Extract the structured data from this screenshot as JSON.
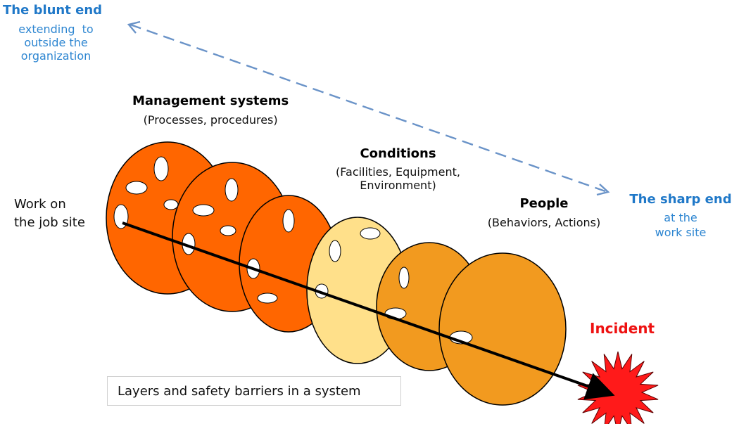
{
  "blunt_end": {
    "title": "The blunt end",
    "lines": [
      "extending  to",
      "outside the",
      "organization"
    ]
  },
  "sharp_end": {
    "title": "The sharp end",
    "lines": [
      "at the",
      "work site"
    ]
  },
  "management": {
    "title": "Management systems",
    "subtitle": "(Processes, procedures)"
  },
  "conditions": {
    "title": "Conditions",
    "lines": [
      "(Facilities, Equipment,",
      "Environment)"
    ]
  },
  "people": {
    "title": "People",
    "subtitle": "(Behaviors, Actions)"
  },
  "work_on_site": {
    "lines": [
      "Work on",
      "the job site"
    ]
  },
  "incident": {
    "label": "Incident"
  },
  "caption": "Layers and safety barriers in a system",
  "colors": {
    "dark_orange_layer": "#ff6600",
    "pale_yellow_layer": "#ffe08a",
    "light_orange_layer": "#f29a1f",
    "outline": "#000000",
    "blue_text": "#1f78c8",
    "dashed_arrow": "#6a93c8",
    "incident_burst": "#ff1a1a",
    "incident_text": "#ee1111"
  },
  "layers": [
    {
      "name": "layer-1",
      "color_key": "dark_orange_layer"
    },
    {
      "name": "layer-2",
      "color_key": "dark_orange_layer"
    },
    {
      "name": "layer-3",
      "color_key": "dark_orange_layer"
    },
    {
      "name": "layer-4",
      "color_key": "pale_yellow_layer"
    },
    {
      "name": "layer-5",
      "color_key": "light_orange_layer"
    },
    {
      "name": "layer-6",
      "color_key": "light_orange_layer"
    }
  ]
}
